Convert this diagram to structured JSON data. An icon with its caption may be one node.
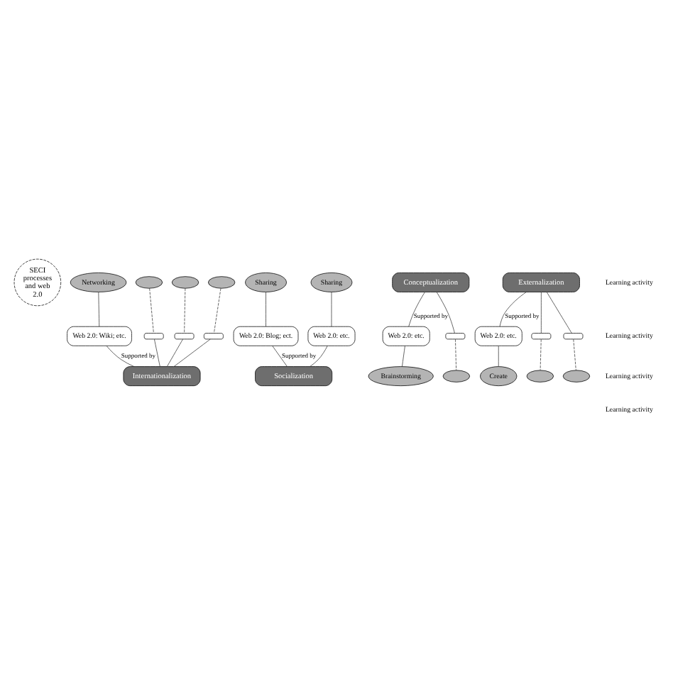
{
  "diagram": {
    "nodes": [
      {
        "text": [
          "SECI processes and web 2.0"
        ]
      },
      {
        "text": [
          "Internationalization"
        ]
      },
      {
        "text": [
          "Socialization"
        ]
      },
      {
        "text": [
          "Conceptualization"
        ]
      },
      {
        "text": [
          "Externalization"
        ]
      },
      {
        "text": [
          "Networking"
        ]
      },
      {
        "text": [
          "Sharing"
        ]
      },
      {
        "text": [
          "Sharing"
        ]
      },
      {
        "text": [
          "Brainstorming"
        ]
      },
      {
        "text": [
          "Create"
        ]
      },
      {
        "text": [
          "Web 2.0: Wiki; etc."
        ]
      },
      {
        "text": [
          "Web 2.0: Blog; ect."
        ]
      },
      {
        "text": [
          "Web 2.0: etc."
        ]
      },
      {
        "text": [
          "Web 2.0: etc."
        ]
      },
      {
        "text": [
          "Web 2.0: etc."
        ]
      },
      {
        "text": [],
        "shape": "ellipse"
      },
      {
        "text": [],
        "shape": "ellipse"
      },
      {
        "text": [],
        "shape": "ellipse"
      },
      {
        "text": [],
        "shape": "ellipse"
      },
      {
        "text": [],
        "shape": "ellipse"
      },
      {
        "text": [],
        "shape": "ellipse"
      },
      {
        "text": [],
        "shape": "bar"
      },
      {
        "text": [],
        "shape": "bar"
      },
      {
        "text": [],
        "shape": "bar"
      },
      {
        "text": [],
        "shape": "bar"
      },
      {
        "text": [],
        "shape": "bar"
      },
      {
        "text": [],
        "shape": "bar"
      }
    ],
    "edges": [
      {
        "from": 5,
        "to": 10,
        "arrow": "none"
      },
      {
        "from": 10,
        "to": 1,
        "arrow": "none",
        "label": "Supported by"
      },
      {
        "from": 6,
        "to": 11,
        "arrow": "none"
      },
      {
        "from": 11,
        "to": 2,
        "arrow": "none",
        "label": "Supported by"
      },
      {
        "from": 7,
        "to": 12,
        "arrow": "none"
      },
      {
        "from": 12,
        "to": 2,
        "arrow": "none"
      },
      {
        "from": 3,
        "to": 13,
        "arrow": "none",
        "label": "Supported by"
      },
      {
        "from": 13,
        "to": 8,
        "arrow": "none"
      },
      {
        "from": 4,
        "to": 14,
        "arrow": "none",
        "label": "Supported by"
      },
      {
        "from": 14,
        "to": 9,
        "arrow": "none"
      },
      {
        "from": 15,
        "to": 21,
        "arrow": "none",
        "style": "dashed"
      },
      {
        "from": 21,
        "to": 1,
        "arrow": "none"
      },
      {
        "from": 16,
        "to": 22,
        "arrow": "none",
        "style": "dashed"
      },
      {
        "from": 22,
        "to": 1,
        "arrow": "none"
      },
      {
        "from": 17,
        "to": 23,
        "arrow": "none",
        "style": "dashed"
      },
      {
        "from": 23,
        "to": 1,
        "arrow": "none"
      },
      {
        "from": 4,
        "to": 25,
        "arrow": "none"
      },
      {
        "from": 25,
        "to": 19,
        "arrow": "none",
        "style": "dashed"
      },
      {
        "from": 4,
        "to": 26,
        "arrow": "none"
      },
      {
        "from": 26,
        "to": 20,
        "arrow": "none",
        "style": "dashed"
      },
      {
        "from": 3,
        "to": 24,
        "arrow": "none"
      },
      {
        "from": 24,
        "to": 18,
        "arrow": "none",
        "style": "dashed"
      }
    ],
    "labels": [
      "Learning activity",
      "Learning activity",
      "Learning activity",
      "Learning activity"
    ]
  }
}
